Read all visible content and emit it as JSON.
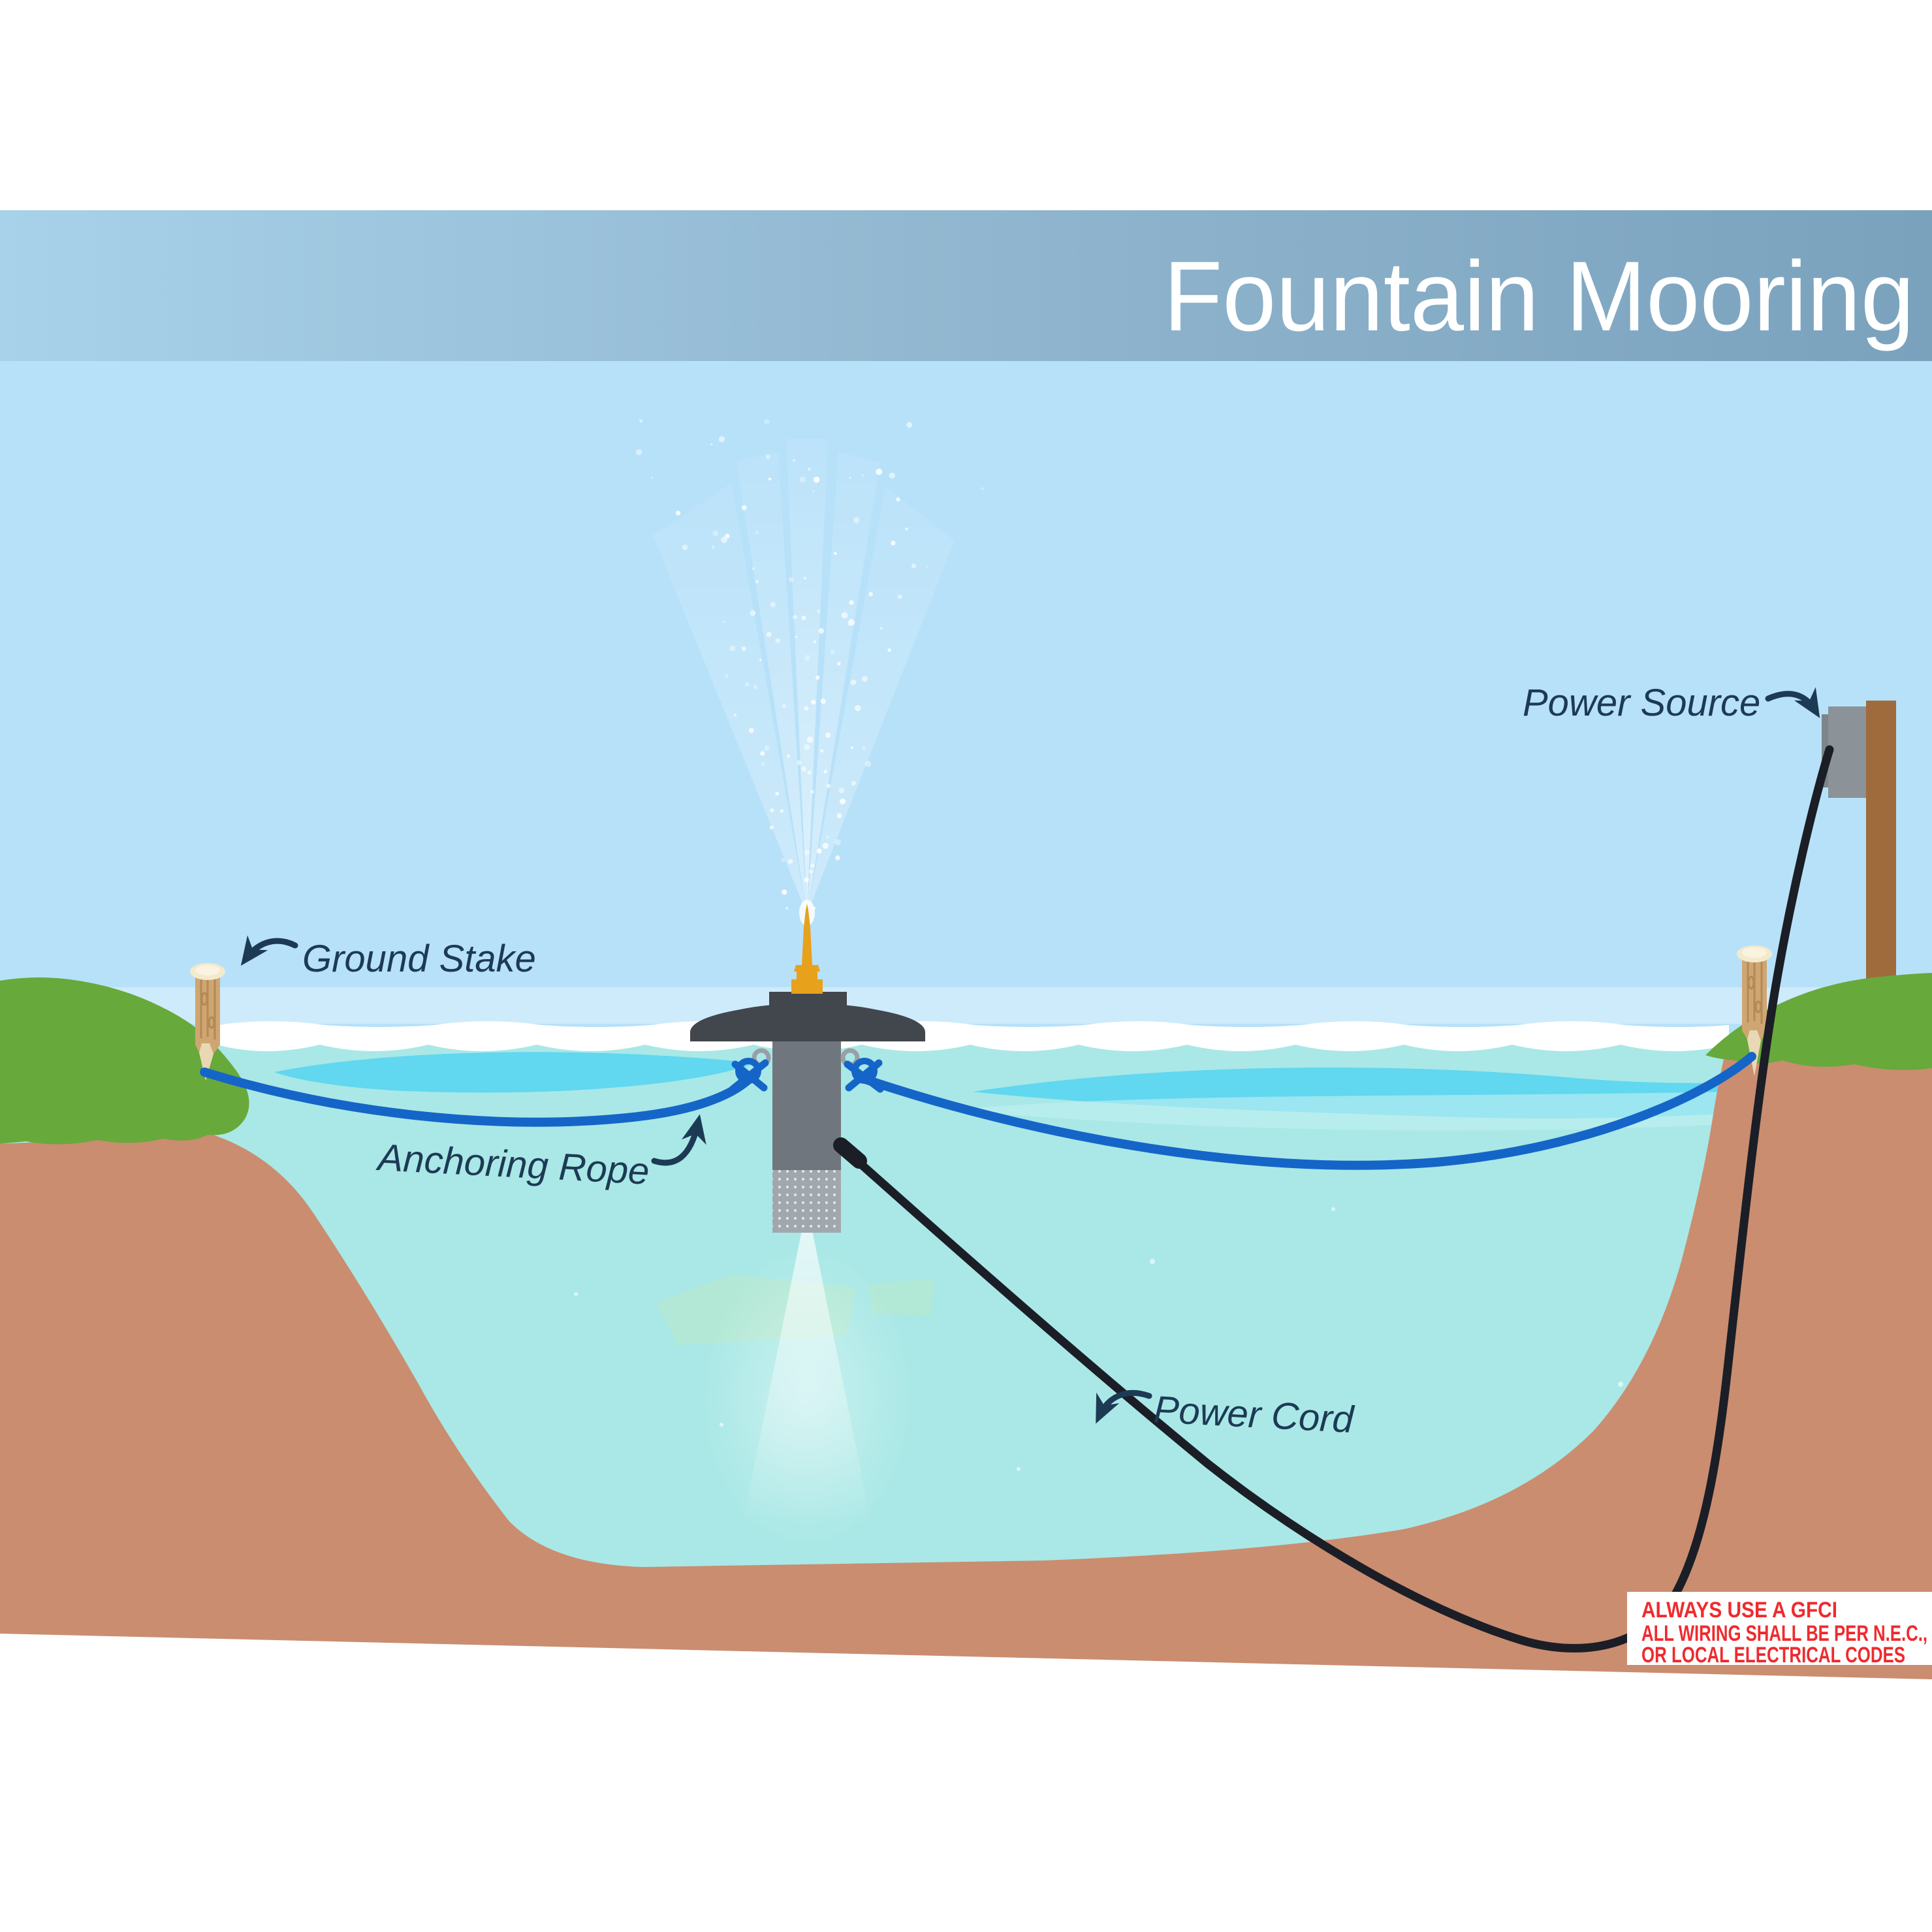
{
  "title": "Fountain Mooring",
  "labels": {
    "ground_stake": "Ground Stake",
    "anchoring_rope": "Anchoring Rope",
    "power_source": "Power Source",
    "power_cord": "Power Cord"
  },
  "warning": {
    "line1": "ALWAYS USE A GFCI",
    "line2": "ALL WIRING SHALL BE PER N.E.C.,",
    "line3": "OR LOCAL ELECTRICAL CODES"
  },
  "colors": {
    "banner_left": "#a7d2e9",
    "banner_right": "#7aa2bd",
    "sky": "#b7e1f9",
    "horizon_haze": "#d6eefb",
    "water": "#a9e8e6",
    "wave_white": "#ffffff",
    "cyan_highlight": "#55d4f1",
    "dirt": "#ca8d70",
    "grass": "#68a93b",
    "stake_wood": "#cfa672",
    "stake_cap": "#f3e9cd",
    "post_brown": "#a06b3c",
    "power_box_gray": "#8b9298",
    "rope_blue": "#1565c8",
    "device_dark": "#41474d",
    "device_body": "#70767d",
    "device_screen": "#a0a8ae",
    "nozzle_gold": "#e8a11b",
    "cord_black": "#1b1e26",
    "warning_red": "#ee2b2f",
    "label_navy": "#1d3a55"
  }
}
